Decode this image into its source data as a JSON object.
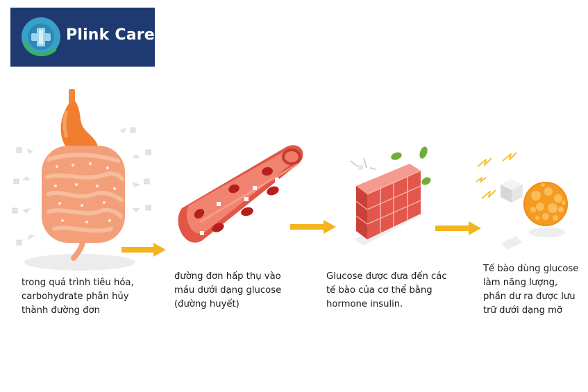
{
  "brand": {
    "name": "Plink Care"
  },
  "steps": [
    {
      "lines": [
        "trong quá trình tiêu hóa,",
        "carbohydrate phân hủy",
        "thành đường đơn"
      ]
    },
    {
      "lines": [
        "đường đơn hấp thụ vào",
        "máu dưới dạng glucose",
        "(đường huyết)"
      ]
    },
    {
      "lines": [
        "Glucose được đưa đến các",
        "tế bào của cơ thể bằng",
        "hormone insulin."
      ]
    },
    {
      "lines": [
        "Tế bào dùng glucose",
        "làm năng lượng,",
        "phần dư ra được lưu",
        "trữ dưới dạng mỡ"
      ]
    }
  ],
  "colors": {
    "brand_bg": "#1f3a70",
    "arrow": "#f3b41d",
    "intestine": "#f3a07a",
    "vessel": "#e8604f",
    "fat": "#f6a327"
  }
}
